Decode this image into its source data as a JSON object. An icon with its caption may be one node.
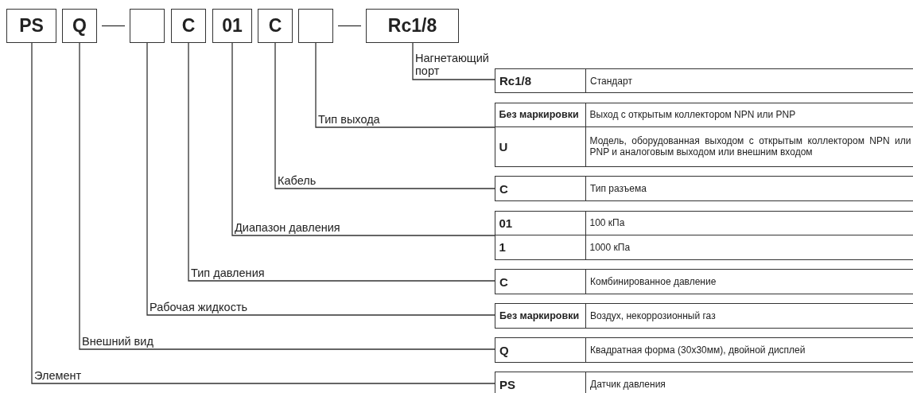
{
  "diagram": {
    "nodes": [
      {
        "text": [
          "PS"
        ]
      },
      {
        "text": [
          "Q"
        ]
      },
      {
        "text": [],
        "shape": "box"
      },
      {
        "text": [
          "C"
        ]
      },
      {
        "text": [
          "01"
        ]
      },
      {
        "text": [
          "C"
        ]
      },
      {
        "text": [],
        "shape": "box"
      },
      {
        "text": [
          "Rc1/8"
        ]
      },
      {
        "text": [
          "Rc1/8",
          "Стандарт"
        ]
      },
      {
        "text": [],
        "shape": "box"
      },
      {
        "text": [
          "Без маркировки",
          "Выход с открытым коллектором NPN или PNP"
        ],
        "in": 9
      },
      {
        "text": [
          "U",
          "Модель, оборудованная выходом с открытым коллектором NPN или PNP и аналоговым выходом или внешним входом"
        ],
        "in": 9
      },
      {
        "text": [
          "C",
          "Тип разъема"
        ]
      },
      {
        "text": [],
        "shape": "box"
      },
      {
        "text": [
          "01",
          "100 кПа"
        ],
        "in": 13
      },
      {
        "text": [
          "1",
          "1000 кПа"
        ],
        "in": 13
      },
      {
        "text": [
          "C",
          "Комбинированное давление"
        ]
      },
      {
        "text": [
          "Без маркировки",
          "Воздух, некоррозионный газ"
        ]
      },
      {
        "text": [
          "Q",
          "Квадратная форма (30x30мм), двойной дисплей"
        ]
      },
      {
        "text": [
          "PS",
          "Датчик давления"
        ]
      }
    ],
    "edges": [
      {
        "from": 7,
        "to": 8,
        "arrow": "none",
        "label": "Нагнетающий порт"
      },
      {
        "from": 6,
        "to": 9,
        "arrow": "none",
        "label": "Тип выхода"
      },
      {
        "from": 5,
        "to": 12,
        "arrow": "none",
        "label": "Кабель"
      },
      {
        "from": 4,
        "to": 13,
        "arrow": "none",
        "label": "Диапазон давления"
      },
      {
        "from": 3,
        "to": 16,
        "arrow": "none",
        "label": "Тип давления"
      },
      {
        "from": 2,
        "to": 17,
        "arrow": "none",
        "label": "Рабочая жидкость"
      },
      {
        "from": 1,
        "to": 18,
        "arrow": "none",
        "label": "Внешний вид"
      },
      {
        "from": 0,
        "to": 19,
        "arrow": "none",
        "label": "Элемент"
      },
      {
        "from": 1,
        "to": 2,
        "arrow": "none"
      },
      {
        "from": 6,
        "to": 7,
        "arrow": "none"
      }
    ]
  }
}
